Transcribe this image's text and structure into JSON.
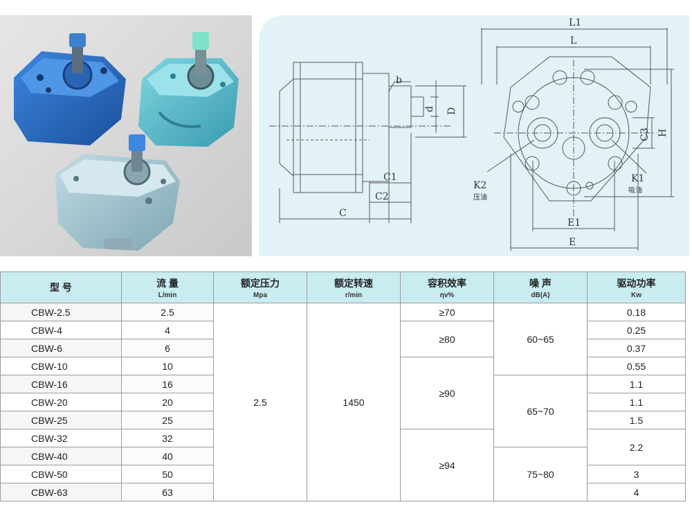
{
  "drawing": {
    "labels": {
      "L1": "L1",
      "L": "L",
      "b": "b",
      "D": "D",
      "d": "d",
      "H": "H",
      "C3": "C3",
      "C1": "C1",
      "C2": "C2",
      "C": "C",
      "K2": "K2",
      "K2_note": "压油",
      "K1": "K1",
      "K1_note": "吸油",
      "E1": "E1",
      "E": "E"
    }
  },
  "table": {
    "headers": [
      {
        "main": "型  号",
        "unit": ""
      },
      {
        "main": "流  量",
        "unit": "L/min"
      },
      {
        "main": "额定压力",
        "unit": "Mpa"
      },
      {
        "main": "额定转速",
        "unit": "r/min"
      },
      {
        "main": "容积效率",
        "unit": "ηv%"
      },
      {
        "main": "噪 声",
        "unit": "dB(A)"
      },
      {
        "main": "驱动功率",
        "unit": "Kw"
      }
    ],
    "models": [
      "CBW-2.5",
      "CBW-4",
      "CBW-6",
      "CBW-10",
      "CBW-16",
      "CBW-20",
      "CBW-25",
      "CBW-32",
      "CBW-40",
      "CBW-50",
      "CBW-63"
    ],
    "flows": [
      "2.5",
      "4",
      "6",
      "10",
      "16",
      "20",
      "25",
      "32",
      "40",
      "50",
      "63"
    ],
    "pressure": "2.5",
    "speed": "1450",
    "efficiency": [
      "≥70",
      "≥80",
      "≥90",
      "≥94"
    ],
    "noise": [
      "60~65",
      "65~70",
      "75~80"
    ],
    "power": [
      "0.18",
      "0.25",
      "0.37",
      "0.55",
      "1.1",
      "1.1",
      "1.5",
      "2.2",
      "3",
      "4"
    ]
  },
  "colors": {
    "header_bg": "#c9ecf1",
    "drawing_bg": "#e3f2f6",
    "photo_bg": "#dcdcdc",
    "pump_blue": "#2b6fc4",
    "pump_teal": "#5fc0cf",
    "pump_grey": "#9fc0cc"
  }
}
